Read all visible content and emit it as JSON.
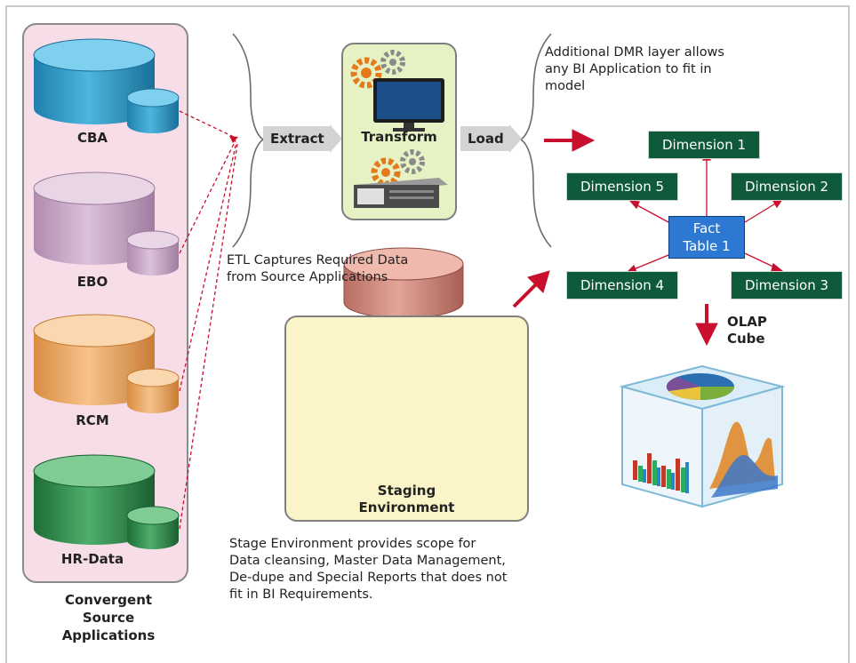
{
  "sources": {
    "group_label_lines": [
      "Convergent",
      "Source",
      "Applications"
    ],
    "databases": [
      {
        "label": "CBA",
        "color": "#2d9cc9"
      },
      {
        "label": "EBO",
        "color": "#c8a6c6"
      },
      {
        "label": "RCM",
        "color": "#e9a863"
      },
      {
        "label": "HR-Data",
        "color": "#2e8a4c"
      }
    ]
  },
  "etl": {
    "extract_label": "Extract",
    "transform_label": "Transform",
    "load_label": "Load",
    "capture_note": "ETL Captures Required Data from Source Applications"
  },
  "staging": {
    "label_lines": [
      "Staging",
      "Environment"
    ],
    "note": "Stage Environment provides scope for Data cleansing, Master Data Management, De-dupe and Special Reports that does not fit in BI Requirements."
  },
  "dmr": {
    "note": "Additional DMR layer allows any BI Application to fit in model",
    "fact_lines": [
      "Fact",
      "Table 1"
    ],
    "dimensions": [
      "Dimension 1",
      "Dimension 2",
      "Dimension 3",
      "Dimension 4",
      "Dimension 5"
    ]
  },
  "olap": {
    "label_lines": [
      "OLAP",
      "Cube"
    ]
  },
  "colors": {
    "accent_red": "#c8102e",
    "dimension_green": "#0f5a3a",
    "fact_blue": "#2c78d2",
    "source_panel": "#f7dde8",
    "transform_panel": "#e6f2c4",
    "staging_panel": "#fbf4c8"
  },
  "icons": [
    "database-icon",
    "gears-icon",
    "monitor-icon",
    "server-icon",
    "olap-cube-icon"
  ]
}
